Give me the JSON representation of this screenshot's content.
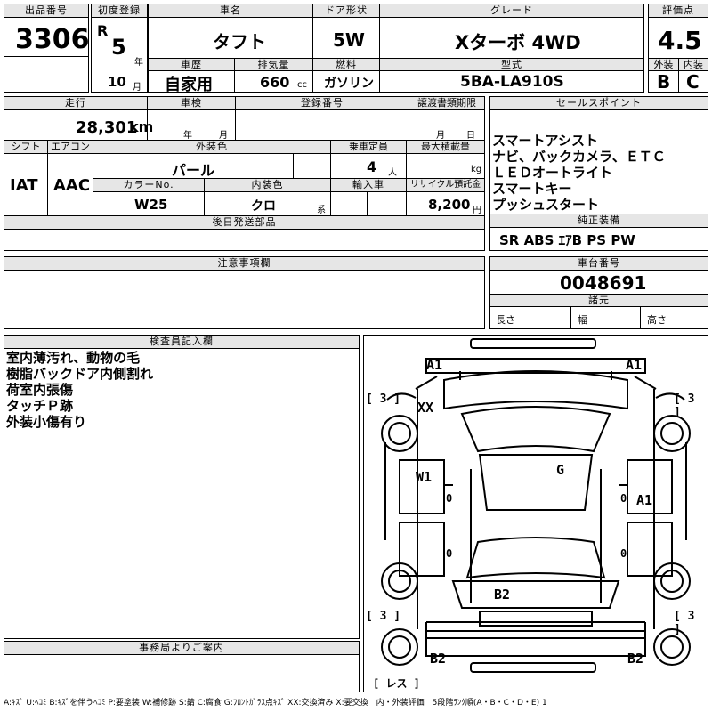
{
  "header": {
    "lot_label": "出品番号",
    "lot_number": "3306",
    "first_reg_label": "初度登録",
    "era_mark": "R",
    "first_reg_year": "5",
    "year_unit": "年",
    "first_reg_month": "10",
    "month_unit": "月",
    "car_name_label": "車名",
    "car_name": "タフト",
    "history_label": "車歴",
    "history": "自家用",
    "displacement_label": "排気量",
    "displacement": "660",
    "displacement_unit": "cc",
    "door_label": "ドア形状",
    "door": "5W",
    "fuel_label": "燃料",
    "fuel": "ガソリン",
    "grade_label": "グレード",
    "grade": "Xターボ 4WD",
    "model_label": "型式",
    "model": "5BA-LA910S",
    "score_label": "評価点",
    "score": "4.5",
    "exterior_label": "外装",
    "exterior": "B",
    "interior_label": "内装",
    "interior": "C"
  },
  "row2": {
    "mileage_label": "走行",
    "mileage": "28,301",
    "mileage_unit": "km",
    "inspection_label": "車検",
    "inspection_year_unit": "年",
    "inspection_month_unit": "月",
    "reg_no_label": "登録番号",
    "transfer_label": "譲渡書類期限",
    "transfer_month_unit": "月",
    "transfer_day_unit": "日",
    "shift_label": "シフト",
    "shift": "IAT",
    "ac_label": "エアコン",
    "ac": "AAC",
    "ext_color_label": "外装色",
    "ext_color": "パール",
    "capacity_label": "乗車定員",
    "capacity": "4",
    "capacity_unit": "人",
    "max_load_label": "最大積載量",
    "max_load_unit": "kg",
    "color_no_label": "カラーNo.",
    "color_no": "W25",
    "int_color_label": "内装色",
    "int_color": "クロ",
    "int_color_unit": "系",
    "import_label": "輸入車",
    "recycle_label": "リサイクル預託金",
    "recycle": "8,200",
    "recycle_unit": "円",
    "later_parts_label": "後日発送部品"
  },
  "sales": {
    "label": "セールスポイント",
    "points": [
      "スマートアシスト",
      "ナビ、バックカメラ、ＥＴＣ",
      "ＬＥＤオートライト",
      "スマートキー",
      "プッシュスタート"
    ]
  },
  "equipment": {
    "label": "純正装備",
    "value": "SR ABS ｴｱB PS PW"
  },
  "notes": {
    "label": "注意事項欄"
  },
  "chassis": {
    "label": "車台番号",
    "value": "0048691",
    "spec_label": "諸元",
    "length_label": "長さ",
    "width_label": "幅",
    "height_label": "高さ"
  },
  "inspector": {
    "label": "検査員記入欄",
    "lines": [
      "室内薄汚れ、動物の毛",
      "樹脂バックドア内側割れ",
      "荷室内張傷",
      "タッチＰ跡",
      "外装小傷有り"
    ]
  },
  "office": {
    "label": "事務局よりご案内"
  },
  "diagram": {
    "a1_left": "A1",
    "a1_right": "A1",
    "xx": "XX",
    "g": "G",
    "w1": "W1",
    "a1_side": "A1",
    "b2_center": "B2",
    "b2_left": "B2",
    "b2_right": "B2",
    "tire_tl": "[ 3 ]",
    "tire_tr": "[ 3 ]",
    "tire_bl": "[ 3 ]",
    "tire_br": "[ 3 ]",
    "spare": "[ レス ]",
    "zero_1": "0",
    "zero_2": "0",
    "zero_3": "0",
    "zero_4": "0"
  },
  "footer": "A:ｷｽﾞ U:ﾍｺﾐ B:ｷｽﾞを伴うﾍｺﾐ P:要塗装 W:補修跡 S:錆 C:腐食 G:ﾌﾛﾝﾄｶﾞﾗｽ点ｷｽﾞ XX:交換済み X:要交換　内・外装評価　5段階ﾗﾝｸ順(A・B・C・D・E) 1"
}
